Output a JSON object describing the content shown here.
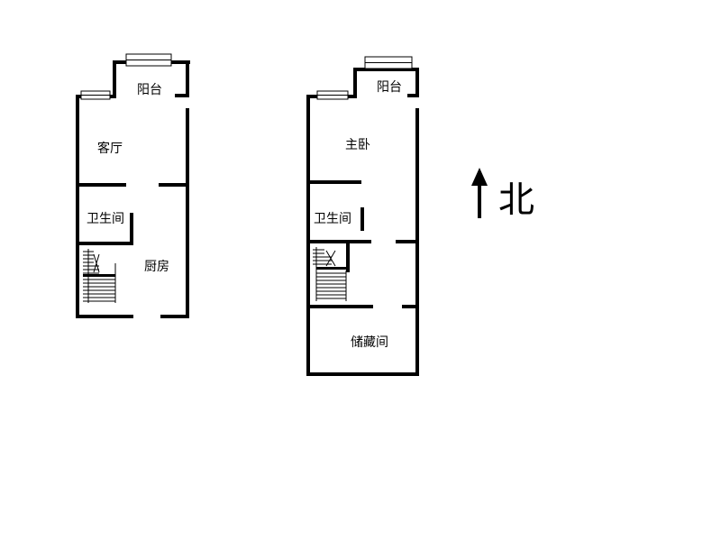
{
  "plans": [
    {
      "name": "lower-floor",
      "rooms": [
        {
          "key": "balcony",
          "label": "阳台"
        },
        {
          "key": "living-room",
          "label": "客厅"
        },
        {
          "key": "bathroom",
          "label": "卫生间"
        },
        {
          "key": "kitchen",
          "label": "厨房"
        }
      ]
    },
    {
      "name": "upper-floor",
      "rooms": [
        {
          "key": "balcony",
          "label": "阳台"
        },
        {
          "key": "master-bedroom",
          "label": "主卧"
        },
        {
          "key": "bathroom",
          "label": "卫生间"
        },
        {
          "key": "storage-room",
          "label": "储藏间"
        }
      ]
    }
  ],
  "compass": {
    "label": "北",
    "icon": "north-arrow-icon"
  },
  "colors": {
    "wall": "#000000",
    "background": "#ffffff"
  }
}
